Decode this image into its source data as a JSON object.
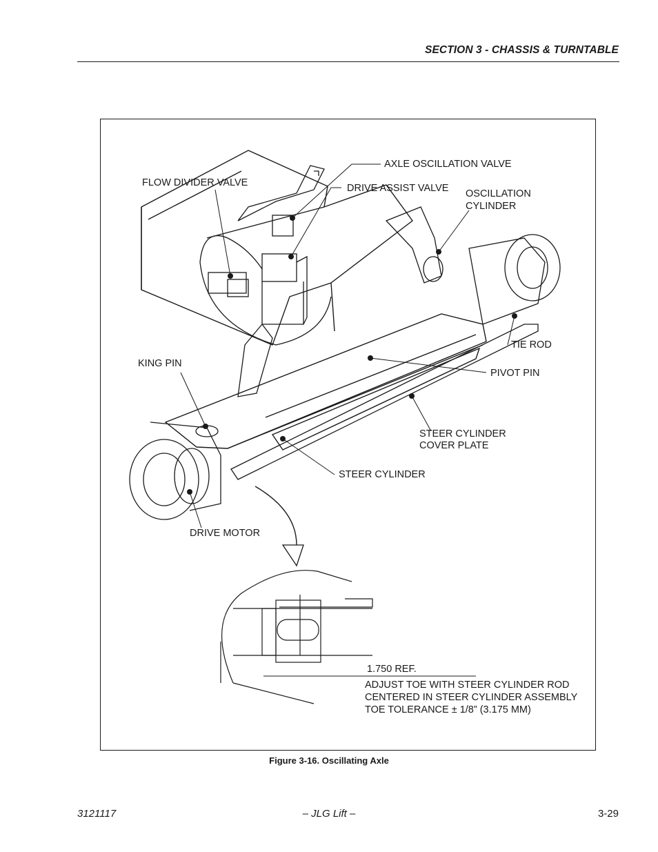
{
  "header": {
    "section_title": "SECTION 3 - CHASSIS & TURNTABLE"
  },
  "figure": {
    "callouts": {
      "axle_oscillation_valve": "AXLE OSCILLATION VALVE",
      "flow_divider_valve": "FLOW DIVIDER VALVE",
      "drive_assist_valve": "DRIVE ASSIST VALVE",
      "oscillation_cylinder_line1": "OSCILLATION",
      "oscillation_cylinder_line2": "CYLINDER",
      "tie_rod": "TIE ROD",
      "king_pin": "KING PIN",
      "pivot_pin": "PIVOT PIN",
      "steer_cylinder_cover_plate_line1": "STEER CYLINDER",
      "steer_cylinder_cover_plate_line2": "COVER PLATE",
      "steer_cylinder": "STEER CYLINDER",
      "drive_motor": "DRIVE MOTOR"
    },
    "detail": {
      "dimension": "1.750 REF.",
      "note_line1": "ADJUST TOE WITH STEER CYLINDER ROD",
      "note_line2": "CENTERED IN STEER CYLINDER ASSEMBLY",
      "note_line3": "TOE TOLERANCE ± 1/8” (3.175 MM)"
    },
    "caption": "Figure 3-16.  Oscillating Axle"
  },
  "footer": {
    "doc_number": "3121117",
    "publisher": "– JLG Lift –",
    "page_number": "3-29"
  }
}
